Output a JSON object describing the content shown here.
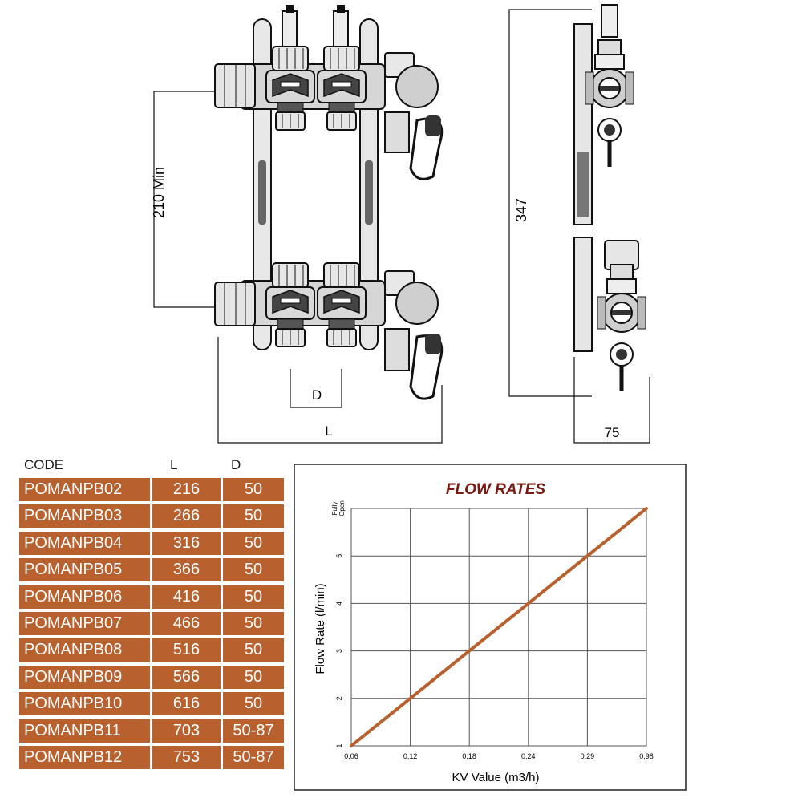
{
  "drawing": {
    "dim_210": "210 Min",
    "dim_d": "D",
    "dim_l": "L",
    "dim_347": "347",
    "dim_75": "75"
  },
  "table": {
    "headers": [
      "CODE",
      "L",
      "D"
    ],
    "rows": [
      {
        "code": "POMANPB02",
        "l": "216",
        "d": "50"
      },
      {
        "code": "POMANPB03",
        "l": "266",
        "d": "50"
      },
      {
        "code": "POMANPB04",
        "l": "316",
        "d": "50"
      },
      {
        "code": "POMANPB05",
        "l": "366",
        "d": "50"
      },
      {
        "code": "POMANPB06",
        "l": "416",
        "d": "50"
      },
      {
        "code": "POMANPB07",
        "l": "466",
        "d": "50"
      },
      {
        "code": "POMANPB08",
        "l": "516",
        "d": "50"
      },
      {
        "code": "POMANPB09",
        "l": "566",
        "d": "50"
      },
      {
        "code": "POMANPB10",
        "l": "616",
        "d": "50"
      },
      {
        "code": "POMANPB11",
        "l": "703",
        "d": "50-87"
      },
      {
        "code": "POMANPB12",
        "l": "753",
        "d": "50-87"
      }
    ]
  },
  "chart_data": {
    "type": "line",
    "title": "FLOW RATES",
    "xlabel": "KV Value (m3/h)",
    "ylabel": "Flow Rate (l/min)",
    "x_categories": [
      "0,06",
      "0,12",
      "0,18",
      "0,24",
      "0,29",
      "0,98"
    ],
    "y_ticks": [
      "1",
      "2",
      "3",
      "4",
      "5",
      "Fully Open"
    ],
    "series": [
      {
        "values": [
          1,
          2,
          3,
          4,
          5,
          6
        ]
      }
    ],
    "grid": true,
    "colors": {
      "title": "#7a1a12",
      "line": "#b8612e",
      "grid": "#555555"
    }
  }
}
